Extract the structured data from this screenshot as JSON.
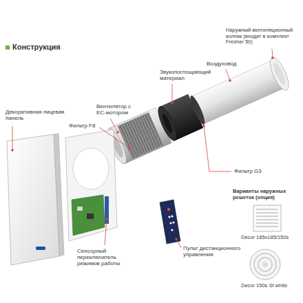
{
  "diagram": {
    "title": "Конструкция",
    "labels": [
      "Декоративная лицевая панель",
      "Вентилятор с EC-мотором",
      "Фильтр F8",
      "Звукопоглощающий материал",
      "Воздуховод",
      "Наружный вентиляционный колпак (входит в комплект Fresher 50)",
      "Фильтр G3",
      "Варианты наружных решеток (опция)",
      "Decor 185x185/150s",
      "Decor 150s St white",
      "Сенсорный переключатель режимов работы",
      "Пульт дистанционного управления"
    ]
  }
}
